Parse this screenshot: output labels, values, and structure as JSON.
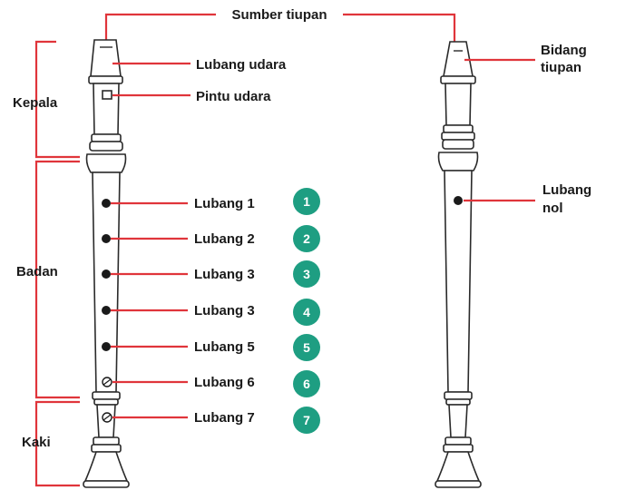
{
  "title": "Sumber tiupan",
  "sections": {
    "head": "Kepala",
    "body": "Badan",
    "foot": "Kaki"
  },
  "left_labels": {
    "air_hole": "Lubang udara",
    "air_door": "Pintu udara"
  },
  "holes": [
    {
      "label": "Lubang 1",
      "number": "1"
    },
    {
      "label": "Lubang 2",
      "number": "2"
    },
    {
      "label": "Lubang 3",
      "number": "3"
    },
    {
      "label": "Lubang 3",
      "number": "4"
    },
    {
      "label": "Lubang 5",
      "number": "5"
    },
    {
      "label": "Lubang 6",
      "number": "6"
    },
    {
      "label": "Lubang 7",
      "number": "7"
    }
  ],
  "right_labels": {
    "blow_area_line1": "Bidang",
    "blow_area_line2": "tiupan",
    "zero_hole_line1": "Lubang",
    "zero_hole_line2": "nol"
  },
  "colors": {
    "leader": "#e0353b",
    "badge": "#1e9e82",
    "outline": "#2a2a2a"
  }
}
